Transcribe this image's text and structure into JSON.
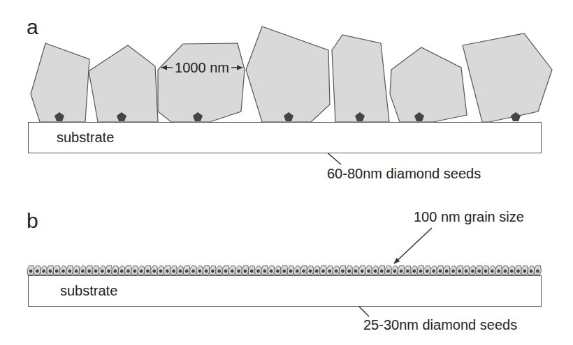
{
  "diagram": {
    "nodes": [
      {
        "text": [
          "substrate"
        ]
      },
      {
        "text": [
          "substrate"
        ]
      }
    ],
    "labels": [
      "a",
      "1000 nm",
      "60-80nm diamond seeds",
      "b",
      "100 nm grain size",
      "25-30nm diamond seeds"
    ]
  }
}
